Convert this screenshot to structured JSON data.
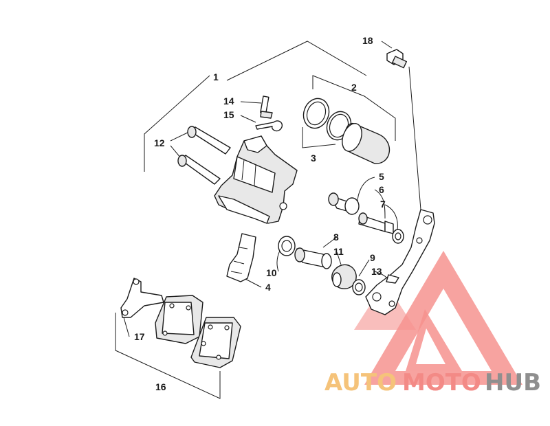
{
  "callouts": {
    "c1": "1",
    "c2": "2",
    "c3": "3",
    "c4": "4",
    "c5": "5",
    "c6": "6",
    "c7": "7",
    "c8": "8",
    "c9": "9",
    "c10": "10",
    "c11": "11",
    "c12": "12",
    "c13": "13",
    "c14": "14",
    "c15": "15",
    "c16": "16",
    "c17": "17",
    "c18": "18"
  },
  "watermark": {
    "auto": "AUTO",
    "moto": "MOTO",
    "hub": "HUB",
    "colors": {
      "auto": "#f5c37a",
      "moto": "#f38a86",
      "hub": "#8f8f8f",
      "triangle": "#f36f6a"
    }
  }
}
